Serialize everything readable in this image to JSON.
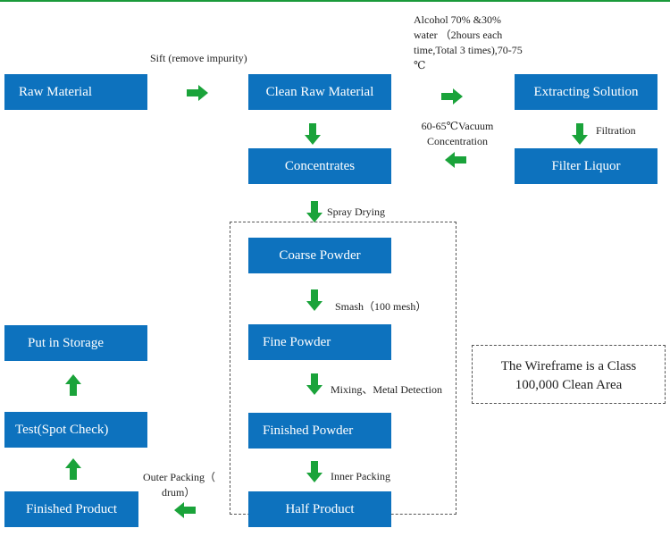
{
  "boxes": {
    "raw_material": "Raw Material",
    "clean_raw_material": "Clean Raw Material",
    "extracting_solution": "Extracting Solution",
    "filter_liquor": "Filter Liquor",
    "concentrates": "Concentrates",
    "coarse_powder": "Coarse Powder",
    "fine_powder": "Fine Powder",
    "finished_powder": "Finished Powder",
    "half_product": "Half Product",
    "put_in_storage": "Put in Storage",
    "test_spot_check": "Test(Spot Check)",
    "finished_product": "Finished Product"
  },
  "labels": {
    "sift": "Sift (remove impurity)",
    "alcohol_1": "Alcohol 70% &30%",
    "alcohol_2": "water （2hours each",
    "alcohol_3": "time,Total 3 times),70-75",
    "alcohol_4": "℃",
    "filtration": "Filtration",
    "vacuum_1": "60-65℃Vacuum",
    "vacuum_2": "Concentration",
    "spray_drying": "Spray Drying",
    "smash": "Smash（100 mesh）",
    "mixing": "Mixing、Metal Detection",
    "inner_packing": "Inner Packing",
    "outer_1": "Outer Packing（",
    "outer_2": "drum）"
  },
  "note": {
    "line1": "The Wireframe is a Class",
    "line2": "100,000 Clean Area"
  },
  "colors": {
    "box": "#0d72be",
    "box_text": "#ffffff",
    "arrow": "#1aa33a",
    "dash": "#555555"
  },
  "icons": {
    "arrow_right": "arrow-right-icon",
    "arrow_down": "arrow-down-icon",
    "arrow_left": "arrow-left-icon",
    "arrow_up": "arrow-up-icon"
  }
}
